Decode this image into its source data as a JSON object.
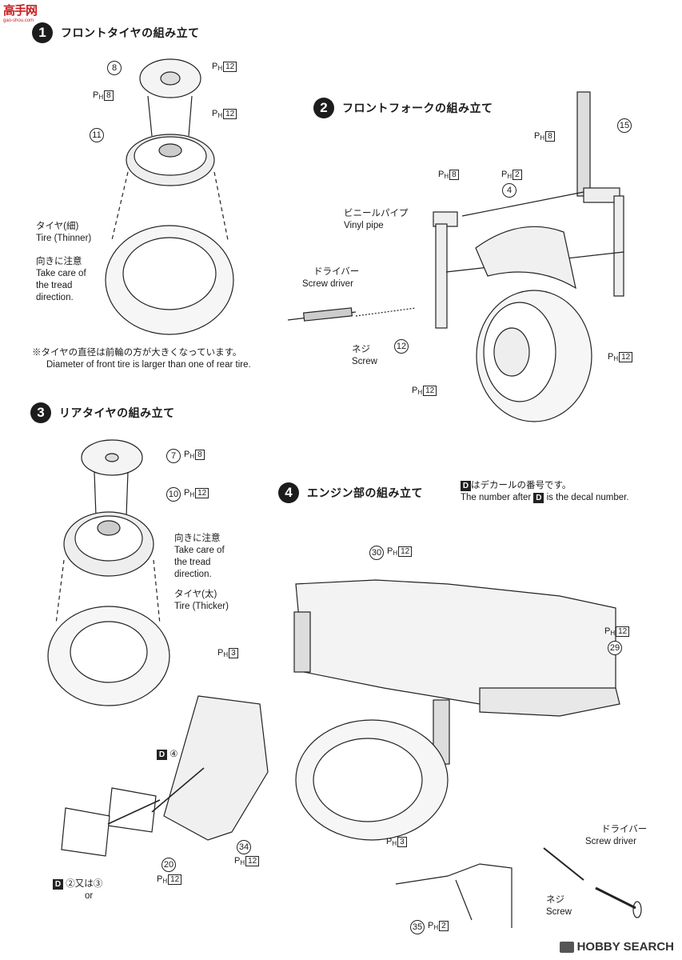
{
  "watermark": {
    "brand": "高手网",
    "url": "gao-shou.com"
  },
  "steps": [
    {
      "number": "1",
      "title": "フロントタイヤの組み立て"
    },
    {
      "number": "2",
      "title": "フロントフォークの組み立て"
    },
    {
      "number": "3",
      "title": "リアタイヤの組み立て"
    },
    {
      "number": "4",
      "title": "エンジン部の組み立て"
    }
  ],
  "parts": {
    "p8": "8",
    "p11": "11",
    "p15": "15",
    "p4": "4",
    "p12": "12",
    "p7": "7",
    "p10": "10",
    "p30": "30",
    "p29": "29",
    "p34": "34",
    "p20": "20",
    "p35": "35"
  },
  "ph": {
    "ph12": "12",
    "ph8": "8",
    "ph2": "2",
    "ph3": "3"
  },
  "notes": {
    "tire_thin_jp": "タイヤ(細)",
    "tire_thin_en": "Tire (Thinner)",
    "care_jp": "向きに注意",
    "care_en1": "Take care of",
    "care_en2": "the tread",
    "care_en3": "direction.",
    "diameter_jp": "※タイヤの直径は前輪の方が大きくなっています。",
    "diameter_en": "Diameter of front tire is larger than one of rear tire.",
    "vinyl_jp": "ビニールパイプ",
    "vinyl_en": "Vinyl pipe",
    "driver_jp": "ドライバー",
    "driver_en": "Screw driver",
    "screw_jp": "ネジ",
    "screw_en": "Screw",
    "tire_thick_jp": "タイヤ(太)",
    "tire_thick_en": "Tire (Thicker)",
    "decal_jp": "はデカールの番号です。",
    "decal_en_a": "The number after",
    "decal_en_b": "is the decal number.",
    "d_letter": "D",
    "d4": "④",
    "d23": "②又は③",
    "or": "or"
  },
  "footer": {
    "logo": "HOBBY SEARCH"
  }
}
